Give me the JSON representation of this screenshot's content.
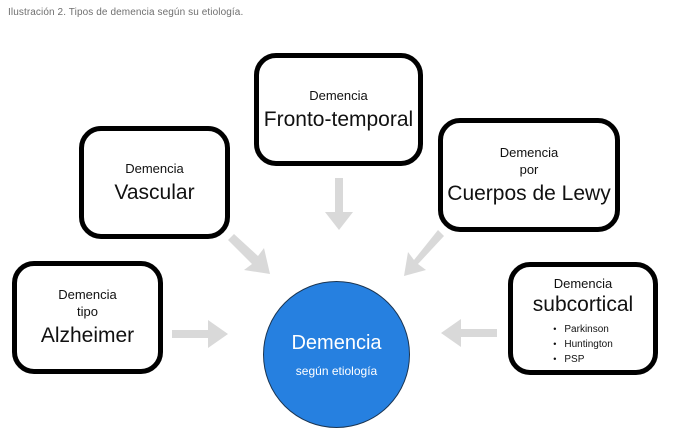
{
  "caption": "Ilustración 2. Tipos de demencia según su etiología.",
  "center": {
    "title": "Demencia",
    "subtitle": "según etiología",
    "color": "#2680e0"
  },
  "boxes": {
    "vascular": {
      "small": "Demencia",
      "big": "Vascular"
    },
    "frontotemporal": {
      "small": "Demencia",
      "big": "Fronto-temporal"
    },
    "lewy": {
      "small_1": "Demencia",
      "small_2": "por",
      "big": "Cuerpos de Lewy"
    },
    "alzheimer": {
      "small_1": "Demencia",
      "small_2": "tipo",
      "big": "Alzheimer"
    },
    "subcortical": {
      "small": "Demencia",
      "big": "subcortical",
      "items": [
        "Parkinson",
        "Huntington",
        "PSP"
      ]
    }
  },
  "colors": {
    "border": "#000000",
    "arrow": "#d9d9d9",
    "caption": "#6f6f6f"
  },
  "icons": {
    "arrow": "block-arrow-icon",
    "bullet": "bullet-icon"
  }
}
